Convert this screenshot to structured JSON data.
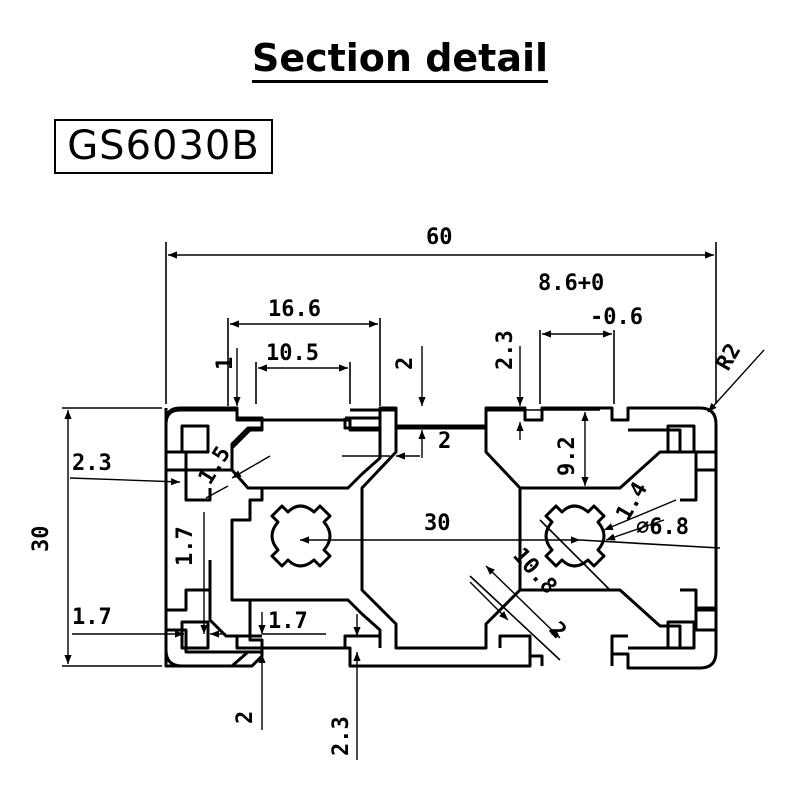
{
  "title": "Section detail",
  "model": "GS6030B",
  "dimensions": {
    "width": "60",
    "height": "30",
    "slot_outer": "16.6",
    "slot_inner": "10.5",
    "lip_1": "1",
    "wall_top_2": "2",
    "wall_2_3_top": "2.3",
    "tolerance_main": "8.6+0",
    "tolerance_minus": "-0.6",
    "corner_radius": "R2",
    "web_2": "2",
    "slot_depth": "9.2",
    "center_30": "30",
    "left_2_3": "2.3",
    "chamfer_1_5": "1.5",
    "chamfer_1_4": "1.4",
    "bore": "⌀6.8",
    "diag_10_8": "10.8",
    "diag_2": "2",
    "left_1_7_v": "1.7",
    "left_1_7_h": "1.7",
    "bottom_1_7": "1.7",
    "bottom_2": "2",
    "bottom_2_3": "2.3"
  }
}
